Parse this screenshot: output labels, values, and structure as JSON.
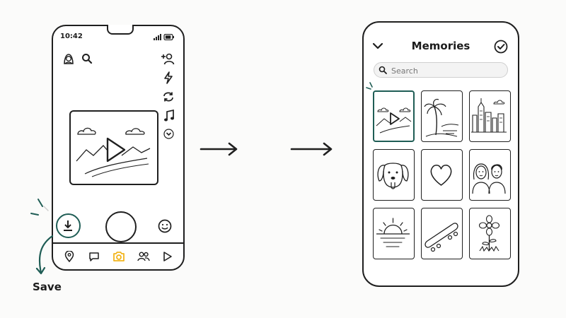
{
  "camera": {
    "status_time": "10:42",
    "save_label": "Save",
    "icons": [
      "avatar-icon",
      "search-icon",
      "add-friend-icon",
      "flash-icon",
      "flip-camera-icon",
      "music-icon",
      "chevron-down-icon",
      "download-icon",
      "shutter-button",
      "emoji-icon"
    ],
    "nav": [
      "map-pin-icon",
      "chat-icon",
      "camera-icon",
      "friends-icon",
      "stories-icon"
    ],
    "active_nav": "camera-icon"
  },
  "memories": {
    "title": "Memories",
    "search_placeholder": "Search",
    "tiles": [
      "video-landscape",
      "palm-beach",
      "city-skyline",
      "dog",
      "heart",
      "couple",
      "sunset",
      "skateboard",
      "flower"
    ],
    "selected_tile": "video-landscape"
  },
  "colors": {
    "accent_teal": "#1f5d55",
    "active_nav": "#f2b51d",
    "ink": "#1f1f1f"
  }
}
